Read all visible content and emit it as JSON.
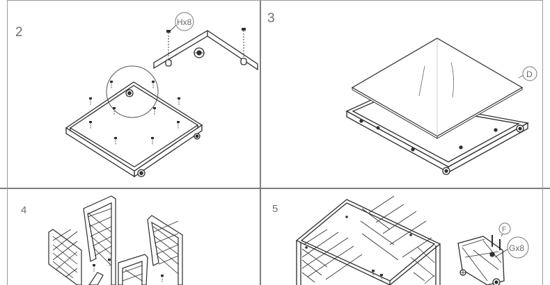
{
  "steps": [
    {
      "number": "2",
      "callout": "Hx8"
    },
    {
      "number": "3",
      "callout": "D"
    },
    {
      "number": "4"
    },
    {
      "number": "5",
      "callout_part": "F",
      "callout_qty": "Gx8"
    }
  ],
  "colors": {
    "line": "#2b2b2b",
    "frame_fill": "#ffffff",
    "divider": "#7d7d7d",
    "label": "#6f6f6f"
  }
}
